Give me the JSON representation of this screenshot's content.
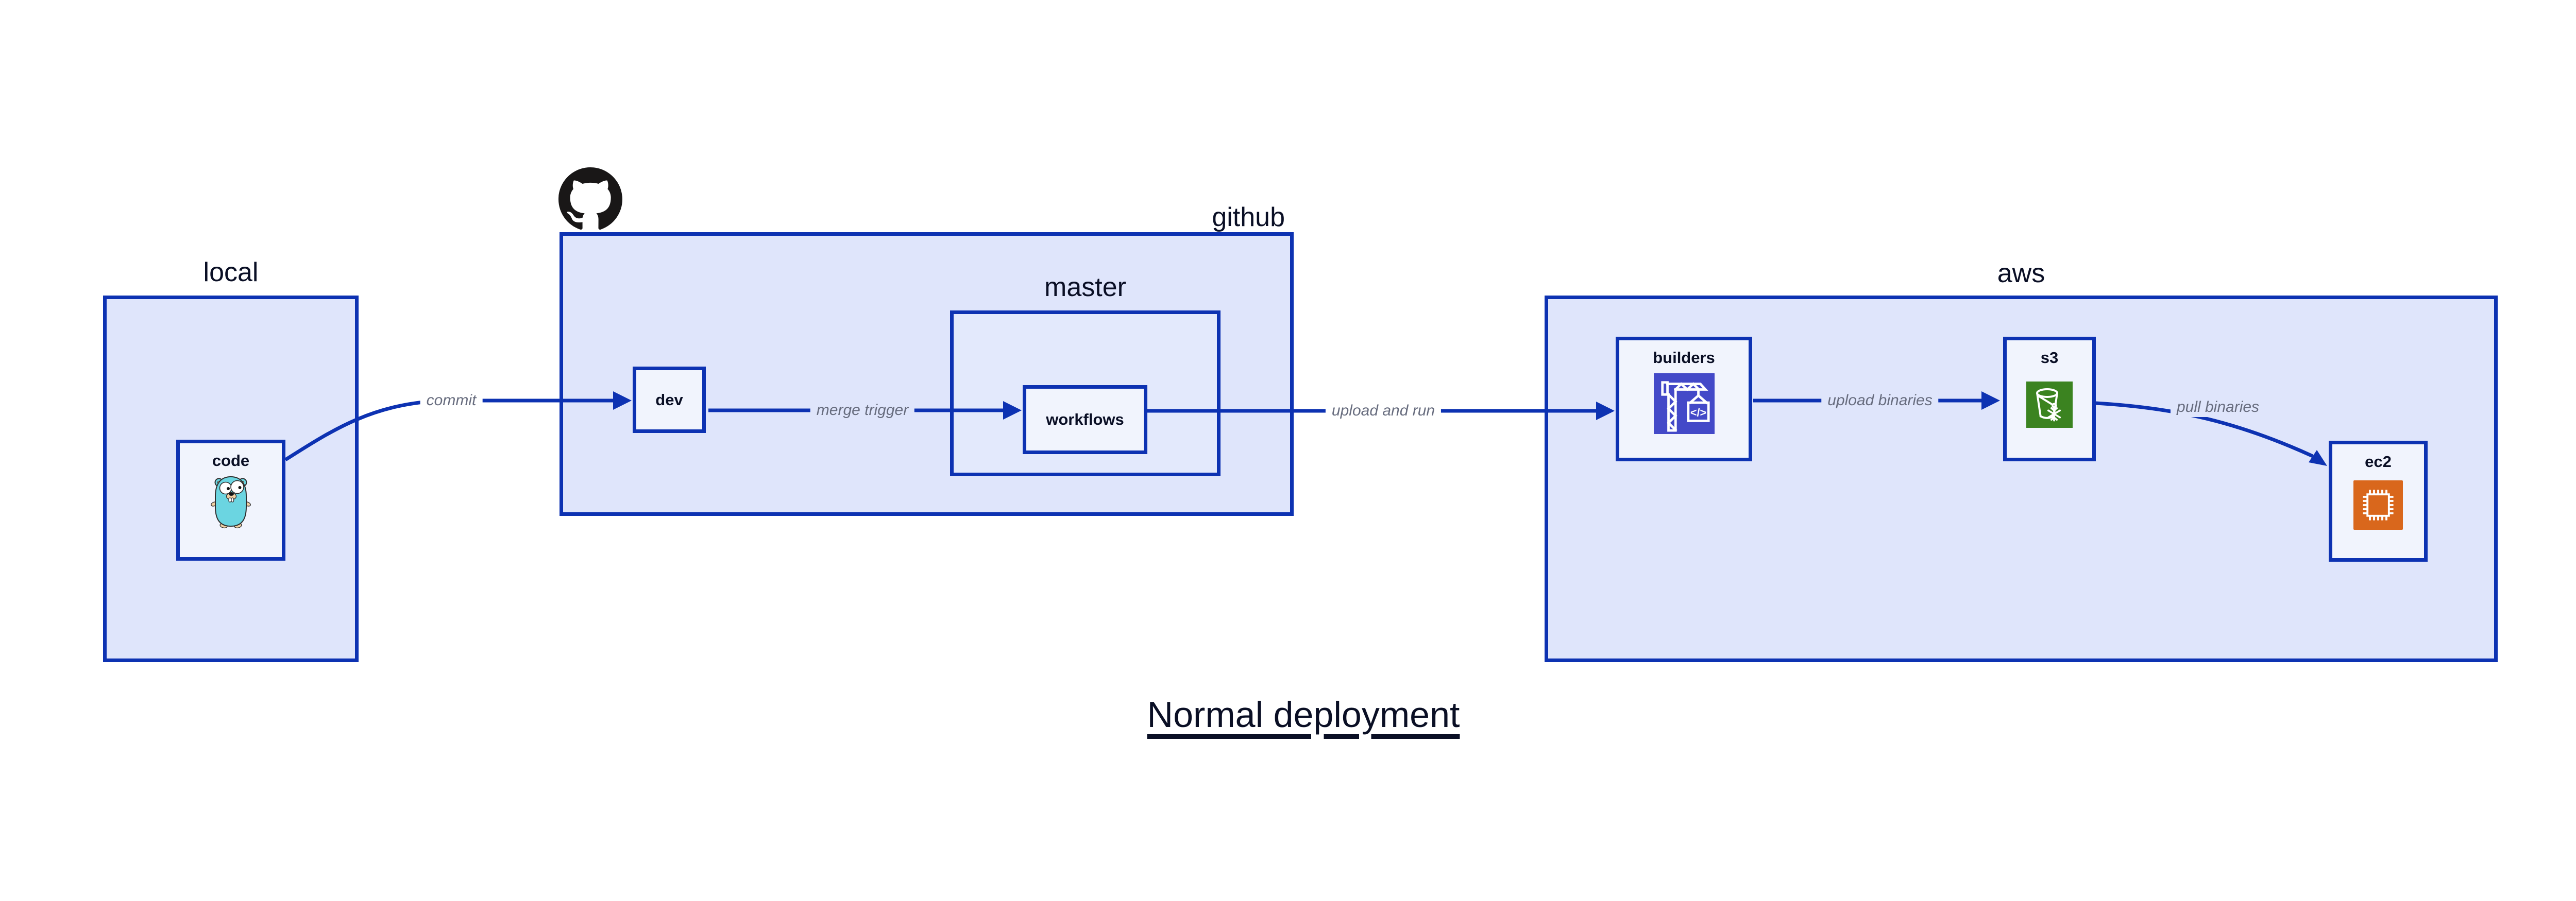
{
  "diagram_title": "Normal deployment",
  "containers": {
    "local": {
      "label": "local"
    },
    "github": {
      "label": "github"
    },
    "master": {
      "label": "master"
    },
    "aws": {
      "label": "aws"
    }
  },
  "nodes": {
    "code": {
      "label": "code",
      "icon": "go-gopher-icon"
    },
    "dev": {
      "label": "dev"
    },
    "workflows": {
      "label": "workflows"
    },
    "builders": {
      "label": "builders",
      "icon": "codebuild-crane-icon",
      "icon_glyph": "</>"
    },
    "s3": {
      "label": "s3",
      "icon": "s3-bucket-icon"
    },
    "ec2": {
      "label": "ec2",
      "icon": "ec2-chip-icon"
    }
  },
  "edges": {
    "commit": {
      "label": "commit",
      "from": "code",
      "to": "dev"
    },
    "merge_trigger": {
      "label": "merge trigger",
      "from": "dev",
      "to": "workflows"
    },
    "upload_and_run": {
      "label": "upload and run",
      "from": "workflows",
      "to": "builders"
    },
    "upload_binaries": {
      "label": "upload binaries",
      "from": "builders",
      "to": "s3"
    },
    "pull_binaries": {
      "label": "pull binaries",
      "from": "s3",
      "to": "ec2"
    }
  },
  "icons": {
    "github_logo": "github-octocat-icon"
  },
  "colors": {
    "stroke_blue": "#0d32b2",
    "container_fill": "#dfe5fb",
    "nested_container_fill": "#e3e9fc",
    "node_fill": "#f1f4fd",
    "text_dark": "#0a0f25",
    "edge_label_gray": "#676c7e",
    "github_black": "#191717",
    "codebuild_blue": "#4349c8",
    "s3_green": "#3b8320",
    "ec2_orange": "#d9671c",
    "gopher_teal": "#6bd5e1",
    "canvas_bg": "#ffffff"
  }
}
